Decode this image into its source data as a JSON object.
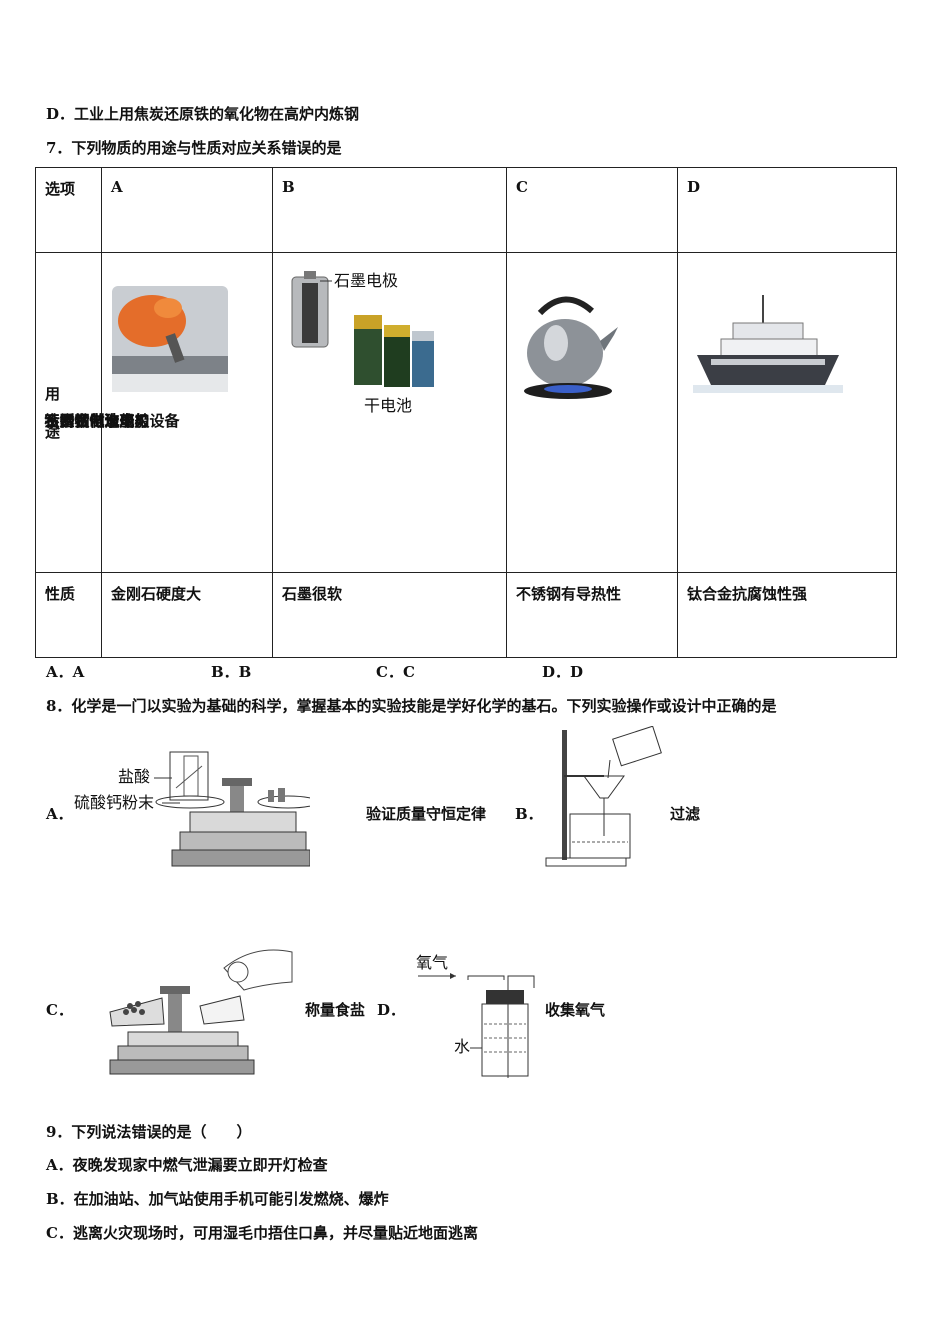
{
  "lines": {
    "q6d": "D．工业上用焦炭还原铁的氧化物在高炉内炼钢",
    "q7": "7．下列物质的用途与性质对应关系错误的是",
    "q8": "8．化学是一门以实验为基础的科学，掌握基本的实验技能是学好化学的基石。下列实验操作或设计中正确的是",
    "q9": "9．下列说法错误的是（　　）",
    "q9a": "A．夜晚发现家中燃气泄漏要立即开灯检查",
    "q9b": "B．在加油站、加气站使用手机可能引发燃烧、爆炸",
    "q9c": "C．逃离火灾现场时，可用湿毛巾捂住口鼻，并尽量贴近地面逃离"
  },
  "table": {
    "header_label": "选项",
    "cols": [
      "A",
      "B",
      "C",
      "D"
    ],
    "use_label_1": "用",
    "use_label_2": "途",
    "uses": [
      "金刚石做玻璃刀",
      "石墨做电池电极",
      "不锈钢做水壶",
      "钛合金制造船舶设备"
    ],
    "property_label": "性质",
    "properties": [
      "金刚石硬度大",
      "石墨很软",
      "不锈钢有导热性",
      "钛合金抗腐蚀性强"
    ],
    "battery_labels": {
      "top": "石墨电极",
      "bottom": "干电池"
    }
  },
  "q7_options": [
    "A．A",
    "B．B",
    "C．C",
    "D．D"
  ],
  "q8": {
    "a_label": "A．",
    "a_text": "验证质量守恒定律",
    "a_fig_labels": {
      "acid": "盐酸",
      "powder": "硫酸钙粉末"
    },
    "b_label": "B．",
    "b_text": "过滤",
    "c_label": "C．",
    "c_text": "称量食盐",
    "d_label": "D．",
    "d_text": "收集氧气",
    "d_fig_labels": {
      "gas": "氧气",
      "water": "水"
    }
  }
}
